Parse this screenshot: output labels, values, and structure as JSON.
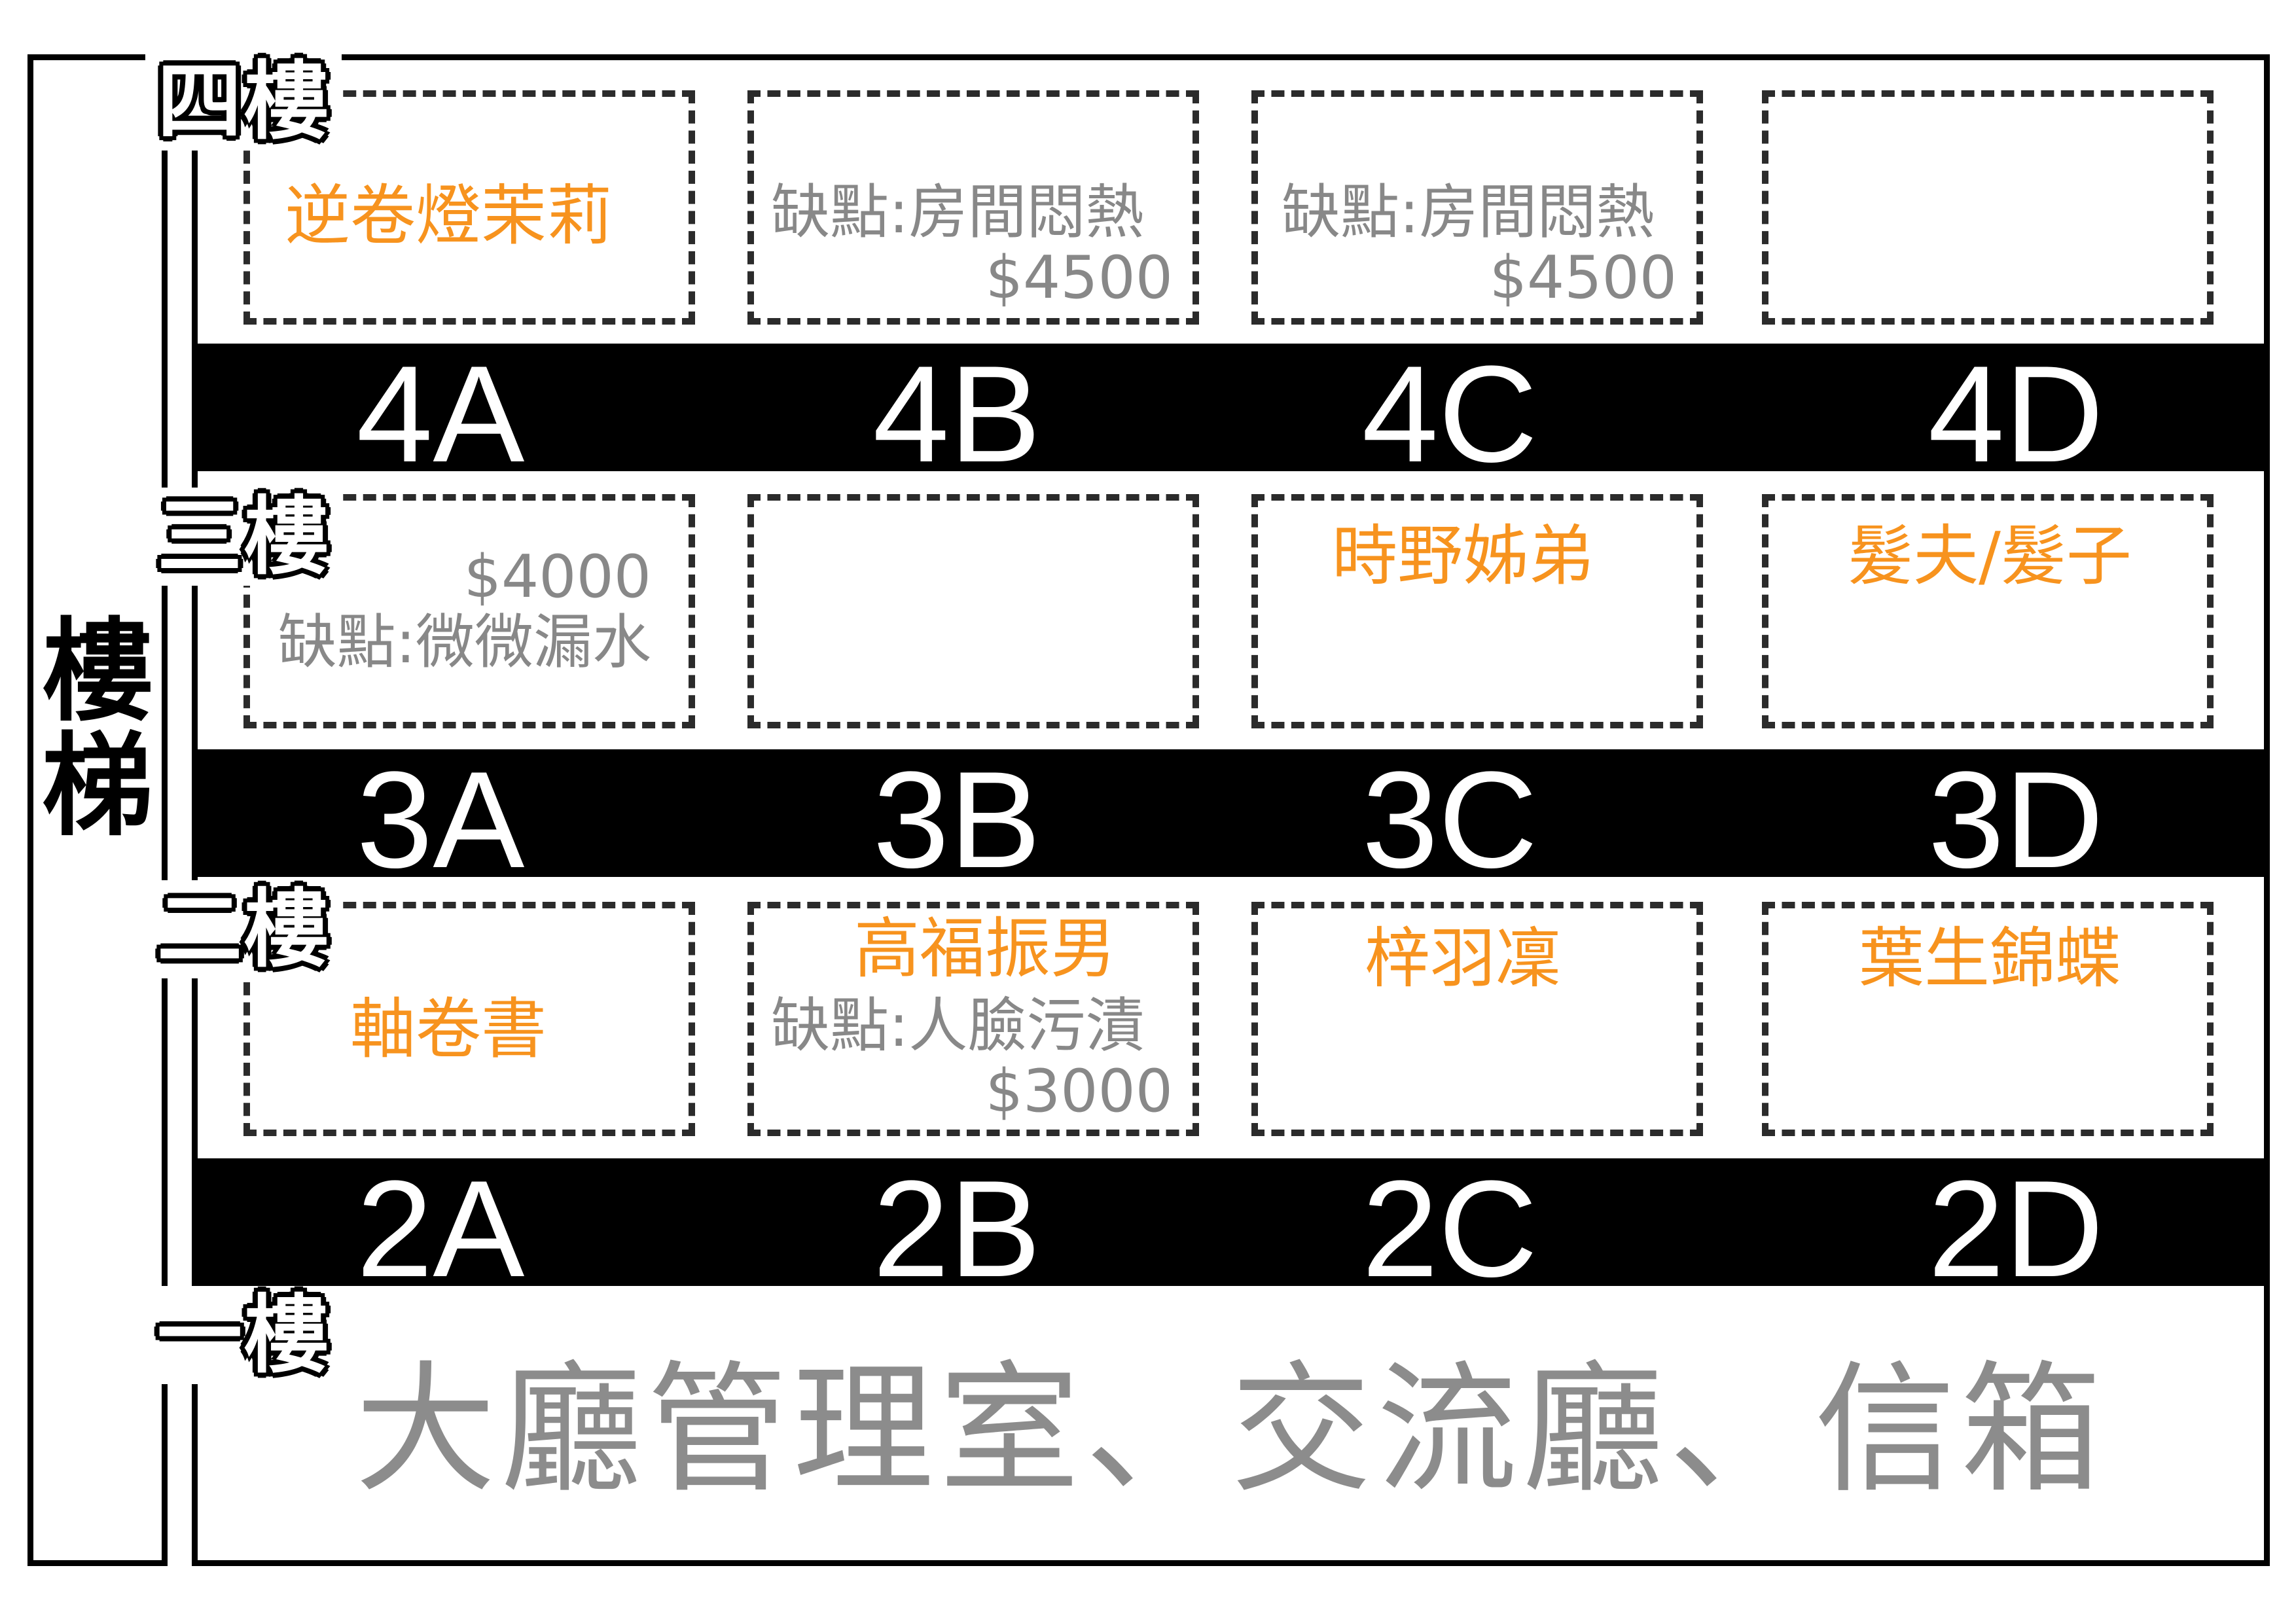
{
  "stair_label": "樓梯",
  "lobby": "大廳管理室、交流廳、信箱",
  "floors": [
    {
      "label": "四樓",
      "units": [
        "4A",
        "4B",
        "4C",
        "4D"
      ]
    },
    {
      "label": "三樓",
      "units": [
        "3A",
        "3B",
        "3C",
        "3D"
      ]
    },
    {
      "label": "二樓",
      "units": [
        "2A",
        "2B",
        "2C",
        "2D"
      ]
    },
    {
      "label": "一樓"
    }
  ],
  "rooms": {
    "4A": {
      "tenant": "逆卷燈茉莉"
    },
    "4B": {
      "defect": "缺點:房間悶熱",
      "rent": "$4500"
    },
    "4C": {
      "defect": "缺點:房間悶熱",
      "rent": "$4500"
    },
    "4D": {},
    "3A": {
      "rent": "$4000",
      "defect": "缺點:微微漏水"
    },
    "3B": {},
    "3C": {
      "tenant": "時野姊弟"
    },
    "3D": {
      "tenant": "髮夫/髮子"
    },
    "2A": {
      "tenant": "軸卷書"
    },
    "2B": {
      "tenant": "高福振男",
      "defect": "缺點:人臉污漬",
      "rent": "$3000"
    },
    "2C": {
      "tenant": "梓羽凜"
    },
    "2D": {
      "tenant": "葉生錦蝶"
    }
  },
  "colors": {
    "tenant": "#f7931e",
    "note": "#888888",
    "bar": "#000000"
  }
}
